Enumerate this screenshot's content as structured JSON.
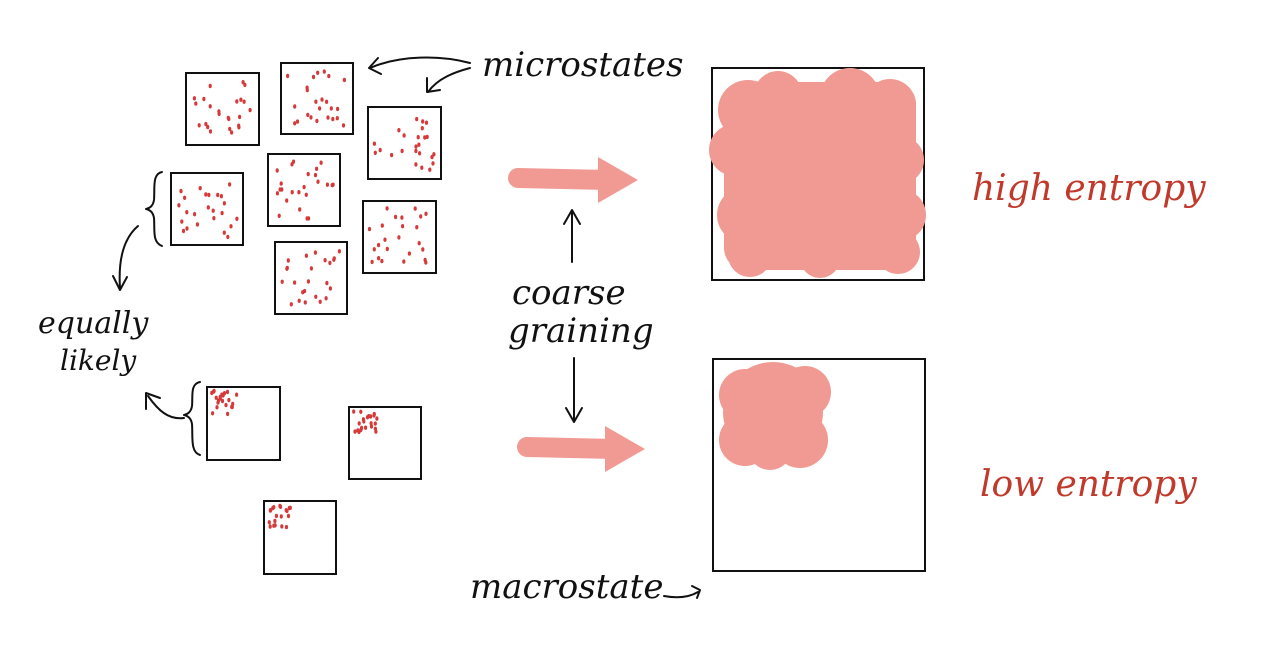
{
  "labels": {
    "microstates": "microstates",
    "equally_likely_line1": "equally",
    "equally_likely_line2": "likely",
    "coarse_graining_line1": "coarse",
    "coarse_graining_line2": "graining",
    "macrostate": "macrostate",
    "high_entropy": "high entropy",
    "low_entropy": "low entropy"
  },
  "colors": {
    "ink": "#111111",
    "dots": "#d6393a",
    "blob": "#f09a93",
    "entropy_text": "#c0392b"
  },
  "icons": [
    "curved-arrow-icon",
    "thick-arrow-right-icon",
    "arrow-up-icon",
    "arrow-down-icon",
    "brace-icon"
  ]
}
